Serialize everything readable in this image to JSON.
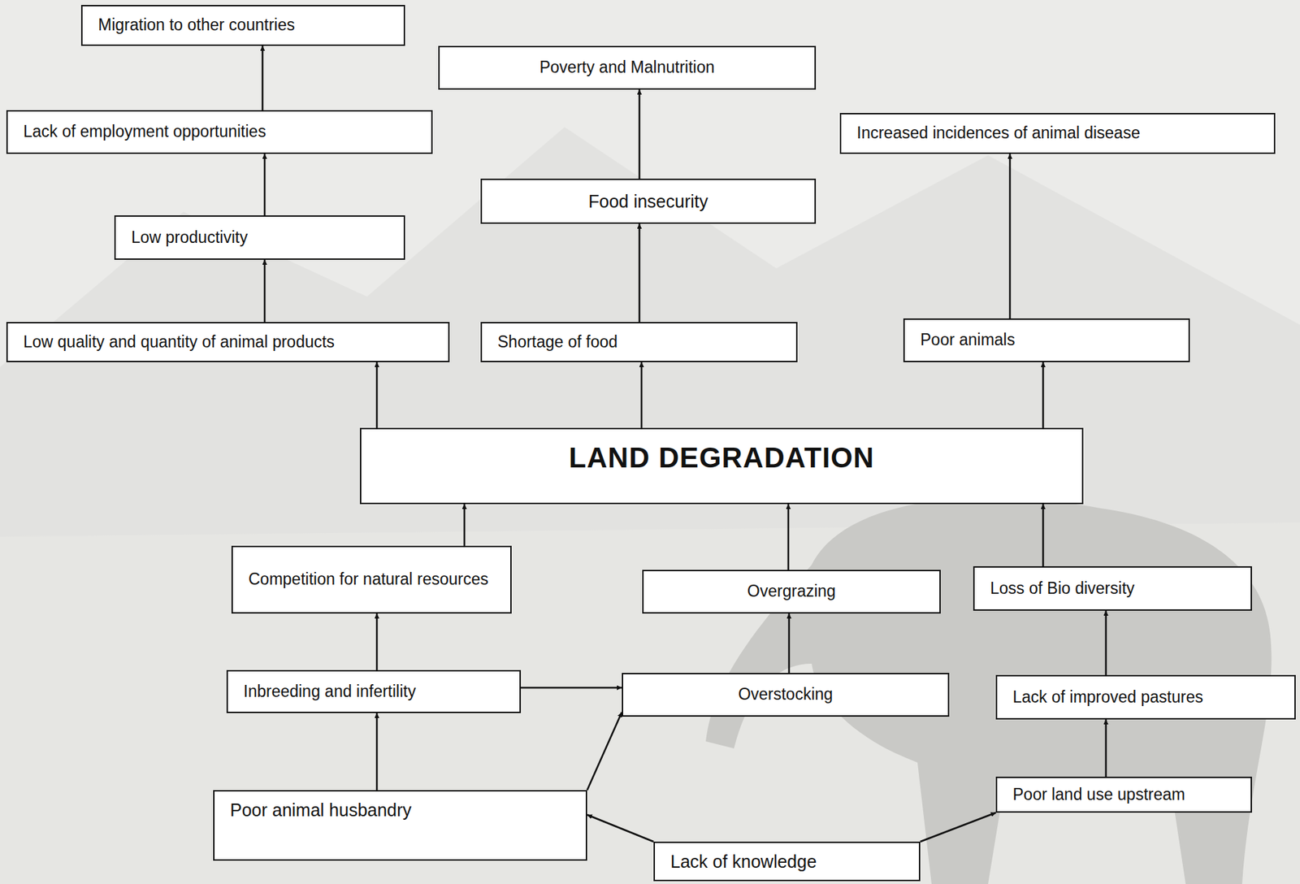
{
  "diagram": {
    "nodes": [
      {
        "text": [
          "Migration to other countries"
        ]
      },
      {
        "text": [
          "Poverty and Malnutrition"
        ]
      },
      {
        "text": [
          "Lack of employment opportunities"
        ]
      },
      {
        "text": [
          "Increased incidences of animal disease"
        ]
      },
      {
        "text": [
          "Food insecurity"
        ]
      },
      {
        "text": [
          "Low productivity"
        ]
      },
      {
        "text": [
          "Low quality and quantity of animal products"
        ]
      },
      {
        "text": [
          "Shortage of food"
        ]
      },
      {
        "text": [
          "Poor animals"
        ]
      },
      {
        "text": [
          "LAND DEGRADATION"
        ]
      },
      {
        "text": [
          "Competition for natural resources"
        ]
      },
      {
        "text": [
          "Overgrazing"
        ]
      },
      {
        "text": [
          "Loss of Bio diversity"
        ]
      },
      {
        "text": [
          "Inbreeding and infertility"
        ]
      },
      {
        "text": [
          "Overstocking"
        ]
      },
      {
        "text": [
          "Lack of improved pastures"
        ]
      },
      {
        "text": [
          "Poor land use upstream"
        ]
      },
      {
        "text": [
          "Poor animal husbandry"
        ]
      },
      {
        "text": [
          "Lack of knowledge"
        ]
      }
    ],
    "edges": [
      {
        "from": 6,
        "to": 5,
        "arrow": "to"
      },
      {
        "from": 5,
        "to": 2,
        "arrow": "to"
      },
      {
        "from": 2,
        "to": 0,
        "arrow": "to"
      },
      {
        "from": 7,
        "to": 4,
        "arrow": "to"
      },
      {
        "from": 4,
        "to": 1,
        "arrow": "to"
      },
      {
        "from": 8,
        "to": 3,
        "arrow": "to"
      },
      {
        "from": 9,
        "to": 6,
        "arrow": "to"
      },
      {
        "from": 9,
        "to": 7,
        "arrow": "to"
      },
      {
        "from": 9,
        "to": 8,
        "arrow": "to"
      },
      {
        "from": 10,
        "to": 9,
        "arrow": "to"
      },
      {
        "from": 11,
        "to": 9,
        "arrow": "to"
      },
      {
        "from": 12,
        "to": 9,
        "arrow": "to"
      },
      {
        "from": 13,
        "to": 10,
        "arrow": "to"
      },
      {
        "from": 14,
        "to": 11,
        "arrow": "to"
      },
      {
        "from": 15,
        "to": 12,
        "arrow": "to"
      },
      {
        "from": 13,
        "to": 14,
        "arrow": "to"
      },
      {
        "from": 17,
        "to": 13,
        "arrow": "to"
      },
      {
        "from": 17,
        "to": 14,
        "arrow": "to"
      },
      {
        "from": 16,
        "to": 15,
        "arrow": "to"
      },
      {
        "from": 18,
        "to": 17,
        "arrow": "to"
      },
      {
        "from": 18,
        "to": 16,
        "arrow": "to"
      }
    ]
  }
}
